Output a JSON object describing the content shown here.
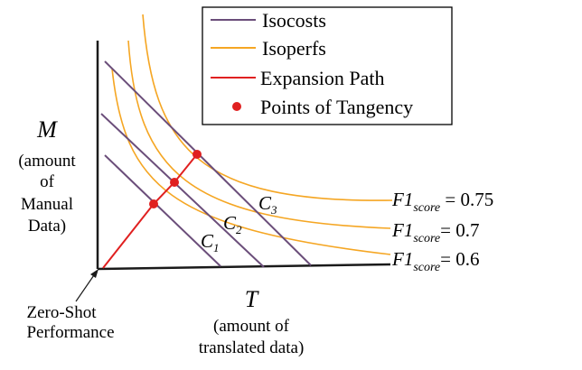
{
  "legend": {
    "items": [
      {
        "label": "Isocosts",
        "color": "#6b4e7a",
        "kind": "line"
      },
      {
        "label": "Isoperfs",
        "color": "#f5a623",
        "kind": "line"
      },
      {
        "label": "Expansion Path",
        "color": "#e02020",
        "kind": "line"
      },
      {
        "label": "Points of Tangency",
        "color": "#e02020",
        "kind": "dot"
      }
    ]
  },
  "axes": {
    "y_symbol": "M",
    "y_desc_1": "(amount",
    "y_desc_2": "of",
    "y_desc_3": "Manual",
    "y_desc_4": "Data)",
    "x_symbol": "T",
    "x_desc_1": "(amount of",
    "x_desc_2": "translated data)",
    "origin_label_1": "Zero-Shot",
    "origin_label_2": "Performance"
  },
  "isocost_labels": {
    "c1_main": "C",
    "c1_sub": "1",
    "c2_main": "C",
    "c2_sub": "2",
    "c3_main": "C",
    "c3_sub": "3"
  },
  "isoperf_labels": [
    {
      "prefix": "F1",
      "sub": "score",
      "rest": " = 0.75"
    },
    {
      "prefix": "F1",
      "sub": "score",
      "rest": "= 0.7"
    },
    {
      "prefix": "F1",
      "sub": "score",
      "rest": "= 0.6"
    }
  ],
  "colors": {
    "axis": "#1a1a1a",
    "isocost": "#6b4e7a",
    "isoperf": "#f5a623",
    "expansion": "#e02020"
  }
}
